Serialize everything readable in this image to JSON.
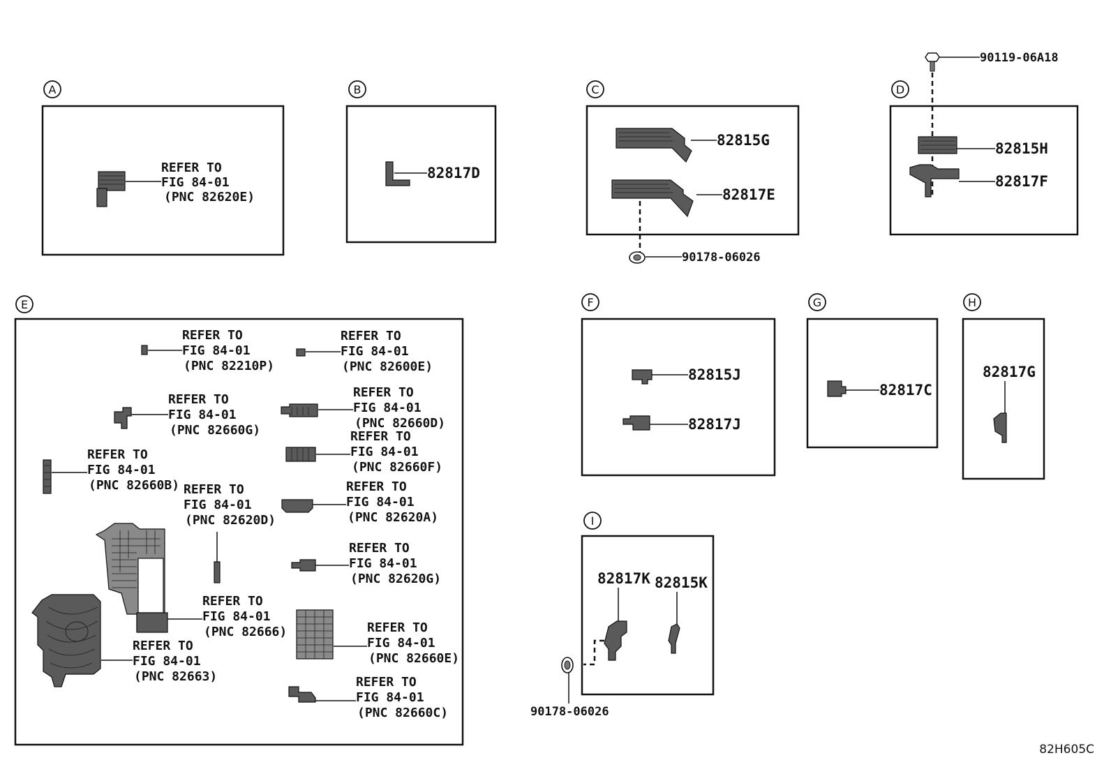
{
  "diagram_code": "82H605C",
  "sections": {
    "A": {
      "label": "A",
      "refer": [
        "REFER TO",
        "FIG 84-01",
        "(PNC 82620E)"
      ]
    },
    "B": {
      "label": "B",
      "parts": [
        "82817D"
      ]
    },
    "C": {
      "label": "C",
      "parts": [
        "82815G",
        "82817E"
      ],
      "fastener": "90178-06026"
    },
    "D": {
      "label": "D",
      "parts": [
        "82815H",
        "82817F"
      ],
      "fastener": "90119-06A18"
    },
    "E": {
      "label": "E",
      "refs": [
        {
          "lines": [
            "REFER TO",
            "FIG 84-01",
            "(PNC 82210P)"
          ]
        },
        {
          "lines": [
            "REFER TO",
            "FIG 84-01",
            "(PNC 82600E)"
          ]
        },
        {
          "lines": [
            "REFER TO",
            "FIG 84-01",
            "(PNC 82660G)"
          ]
        },
        {
          "lines": [
            "REFER TO",
            "FIG 84-01",
            "(PNC 82660D)"
          ]
        },
        {
          "lines": [
            "REFER TO",
            "FIG 84-01",
            "(PNC 82660F)"
          ]
        },
        {
          "lines": [
            "REFER TO",
            "FIG 84-01",
            "(PNC 82660B)"
          ]
        },
        {
          "lines": [
            "REFER TO",
            "FIG 84-01",
            "(PNC 82620D)"
          ]
        },
        {
          "lines": [
            "REFER TO",
            "FIG 84-01",
            "(PNC 82620A)"
          ]
        },
        {
          "lines": [
            "REFER TO",
            "FIG 84-01",
            "(PNC 82620G)"
          ]
        },
        {
          "lines": [
            "REFER TO",
            "FIG 84-01",
            "(PNC 82666)"
          ]
        },
        {
          "lines": [
            "REFER TO",
            "FIG 84-01",
            "(PNC 82660E)"
          ]
        },
        {
          "lines": [
            "REFER TO",
            "FIG 84-01",
            "(PNC 82663)"
          ]
        },
        {
          "lines": [
            "REFER TO",
            "FIG 84-01",
            "(PNC 82660C)"
          ]
        }
      ]
    },
    "F": {
      "label": "F",
      "parts": [
        "82815J",
        "82817J"
      ]
    },
    "G": {
      "label": "G",
      "parts": [
        "82817C"
      ]
    },
    "H": {
      "label": "H",
      "parts": [
        "82817G"
      ]
    },
    "I": {
      "label": "I",
      "parts": [
        "82817K",
        "82815K"
      ],
      "fastener": "90178-06026"
    }
  }
}
